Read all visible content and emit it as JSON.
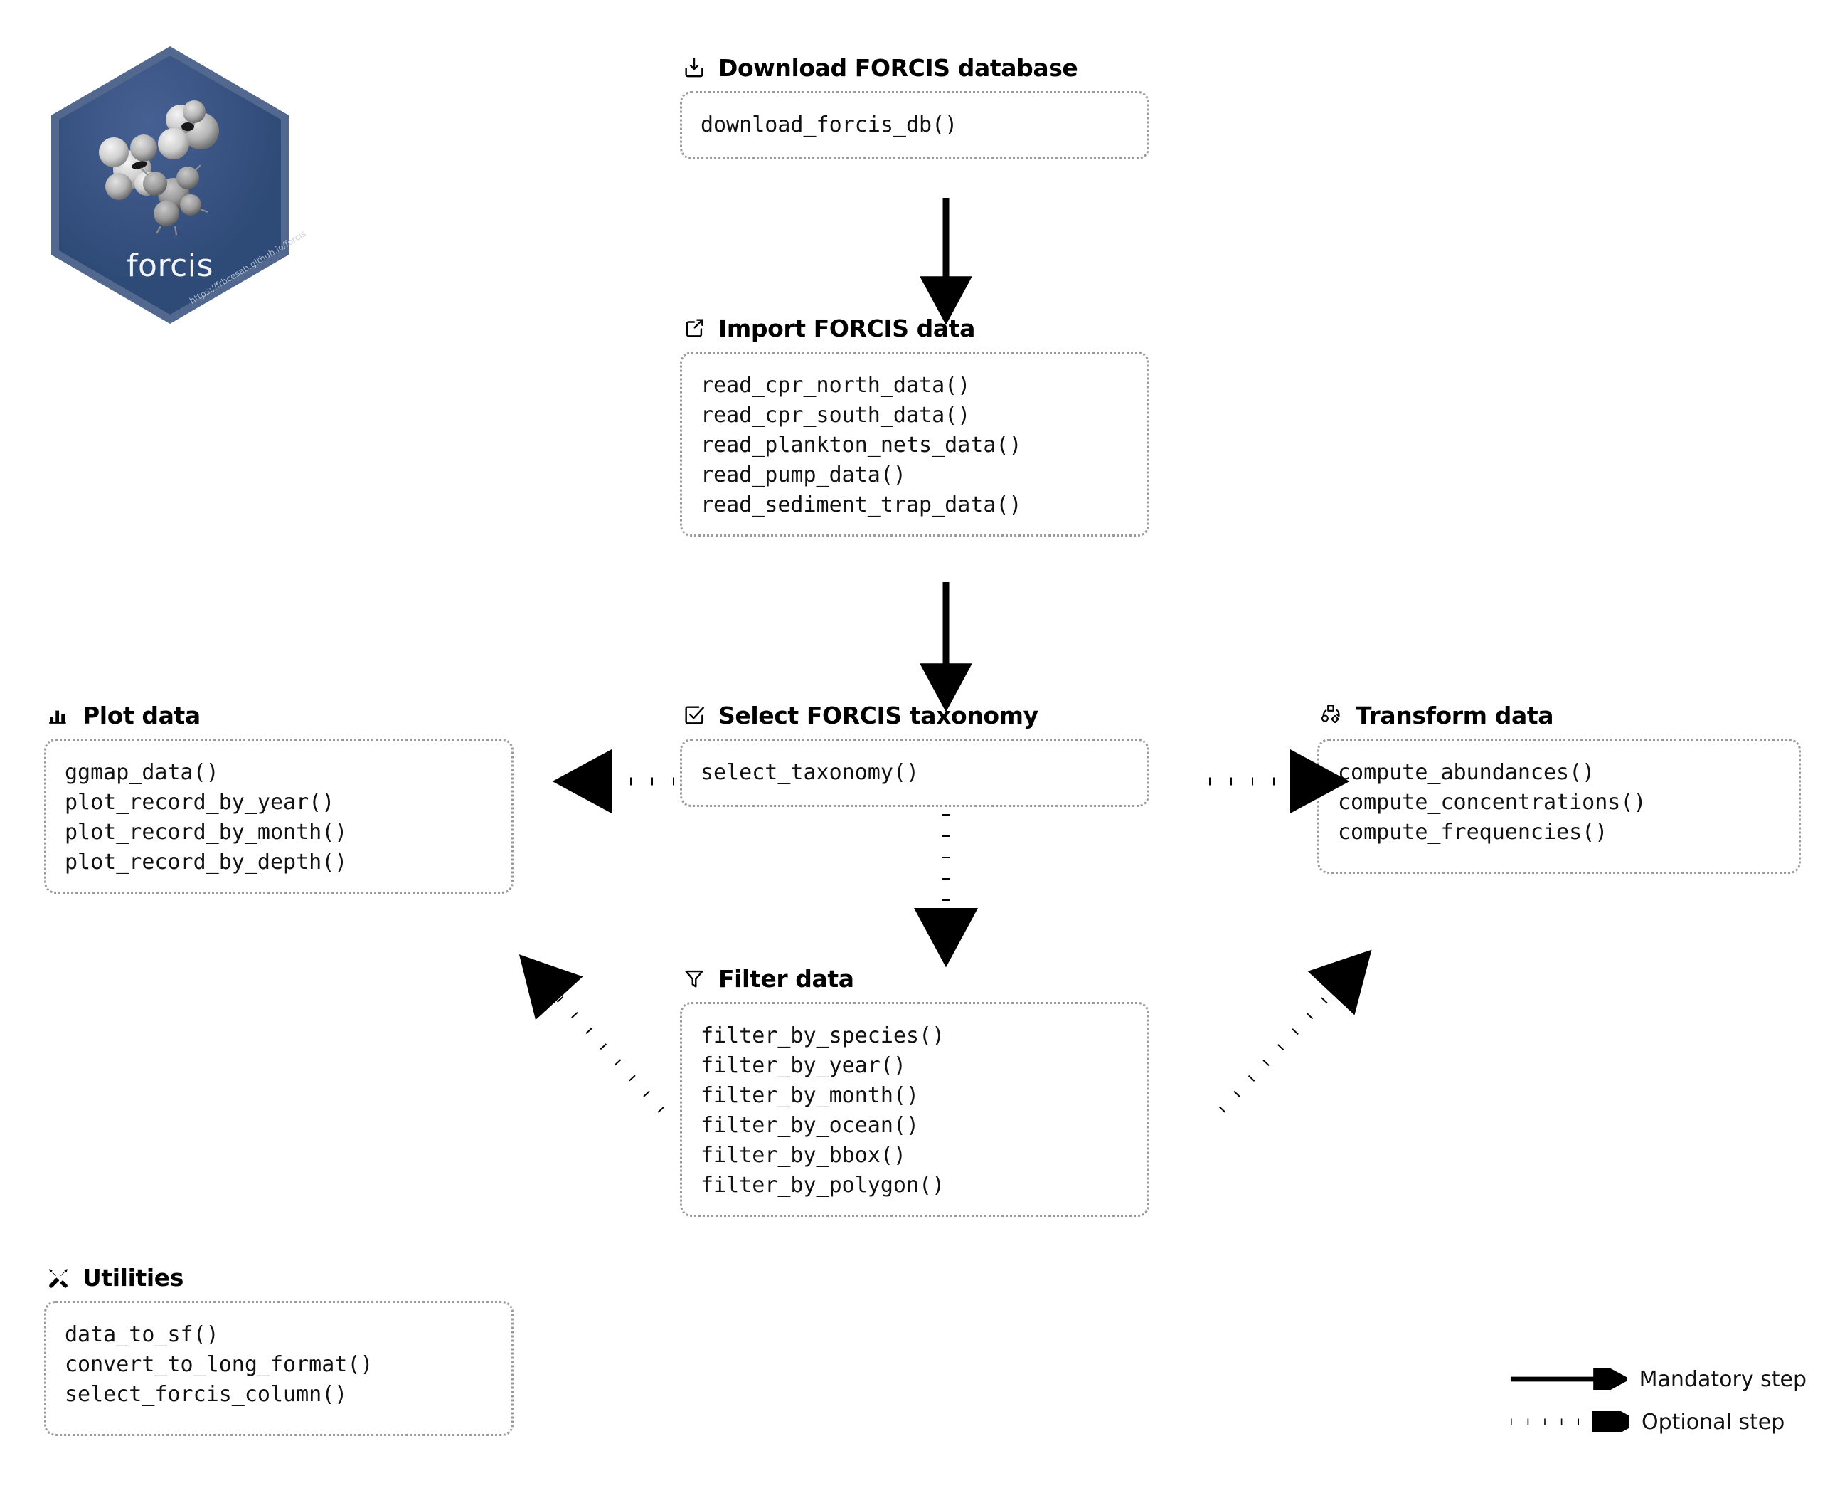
{
  "logo": {
    "name": "forcis",
    "url": "https://frbcesab.github.io/forcis",
    "hex_fill": "#2e4a76",
    "hex_border": "#52688f"
  },
  "sections": [
    {
      "id": "download",
      "icon": "download-icon",
      "title": "Download FORCIS database",
      "functions": [
        "download_forcis_db()"
      ]
    },
    {
      "id": "import",
      "icon": "import-export-icon",
      "title": "Import FORCIS data",
      "functions": [
        "read_cpr_north_data()",
        "read_cpr_south_data()",
        "read_plankton_nets_data()",
        "read_pump_data()",
        "read_sediment_trap_data()"
      ]
    },
    {
      "id": "taxonomy",
      "icon": "checkbox-checked-icon",
      "title": "Select FORCIS taxonomy",
      "functions": [
        "select_taxonomy()"
      ]
    },
    {
      "id": "filter",
      "icon": "funnel-icon",
      "title": "Filter data",
      "functions": [
        "filter_by_species()",
        "filter_by_year()",
        "filter_by_month()",
        "filter_by_ocean()",
        "filter_by_bbox()",
        "filter_by_polygon()"
      ]
    },
    {
      "id": "plot",
      "icon": "bar-chart-icon",
      "title": "Plot data",
      "functions": [
        "ggmap_data()",
        "plot_record_by_year()",
        "plot_record_by_month()",
        "plot_record_by_depth()"
      ]
    },
    {
      "id": "transform",
      "icon": "transform-icon",
      "title": "Transform data",
      "functions": [
        "compute_abundances()",
        "compute_concentrations()",
        "compute_frequencies()"
      ]
    },
    {
      "id": "utilities",
      "icon": "tools-icon",
      "title": "Utilities",
      "functions": [
        "data_to_sf()",
        "convert_to_long_format()",
        "select_forcis_column()"
      ]
    }
  ],
  "legend": {
    "mandatory_label": "Mandatory step",
    "optional_label": "Optional step"
  },
  "colors": {
    "arrow": "#000000",
    "box_border": "#9a9a9a",
    "text": "#111111"
  }
}
